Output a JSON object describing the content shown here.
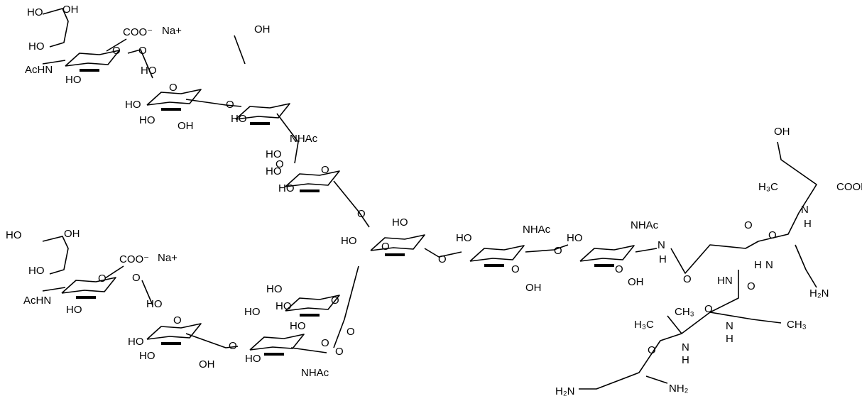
{
  "structure": {
    "labels": [
      "HO",
      "OH",
      "HO",
      "COO⁻",
      "Na+",
      "O",
      "O",
      "AcHN",
      "HO",
      "HO",
      "O",
      "HO",
      "HO",
      "OH",
      "O",
      "OH",
      "HO",
      "NHAc",
      "O",
      "HO",
      "HO",
      "HO",
      "O",
      "O",
      "HO",
      "HO",
      "O",
      "O",
      "HO",
      "NHAc",
      "O",
      "OH",
      "O",
      "HO",
      "NHAc",
      "O",
      "OH",
      "N",
      "H",
      "O",
      "O",
      "OH",
      "H₃C",
      "COOH",
      "N",
      "H",
      "O",
      "H",
      "N",
      "H₂N",
      "HN",
      "O",
      "CH₃",
      "H₃C",
      "O",
      "N",
      "H",
      "CH₃",
      "O",
      "N",
      "H",
      "H₂N",
      "NH₂",
      "HO",
      "OH",
      "HO",
      "COO⁻",
      "Na+",
      "O",
      "O",
      "AcHN",
      "HO",
      "HO",
      "O",
      "HO",
      "HO",
      "OH",
      "O",
      "HO",
      "HO",
      "NHAc",
      "O",
      "O",
      "HO",
      "HO",
      "HO",
      "O",
      "O"
    ],
    "colors": {
      "ink": "#000000",
      "background": "#ffffff"
    }
  }
}
